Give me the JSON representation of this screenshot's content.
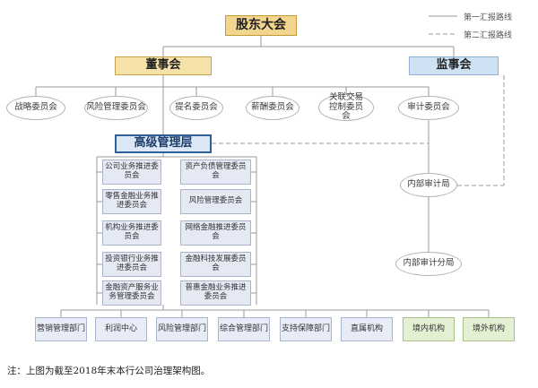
{
  "legend": {
    "first_line": "第一汇报路线",
    "second_line": "第二汇报路线"
  },
  "nodes": {
    "shareholders": "股东大会",
    "board": "董事会",
    "supervisory": "监事会",
    "senior_mgmt": "高级管理层",
    "internal_audit": "内部审计局",
    "internal_audit_branch": "内部审计分局"
  },
  "board_committees": [
    "战略委员会",
    "风险管理委员会",
    "提名委员会",
    "薪酬委员会",
    "关联交易控制委员会",
    "审计委员会"
  ],
  "mgmt_committees_left": [
    "公司业务推进委员会",
    "零售金融业务推进委员会",
    "机构业务推进委员会",
    "投资银行业务推进委员会",
    "金融资产服务业务管理委员会"
  ],
  "mgmt_committees_right": [
    "资产负债管理委员会",
    "风险管理委员会",
    "网络金融推进委员会",
    "金融科技发展委员会",
    "普惠金融业务推进委员会"
  ],
  "departments": [
    "营销管理部门",
    "利润中心",
    "风险管理部门",
    "综合管理部门",
    "支持保障部门",
    "直属机构",
    "境内机构",
    "境外机构"
  ],
  "note": "注：上图为截至2018年末本行公司治理架构图。"
}
